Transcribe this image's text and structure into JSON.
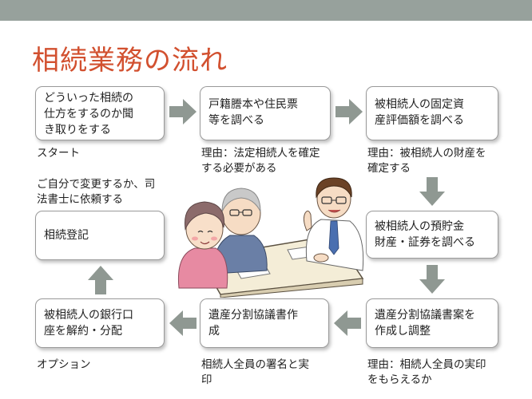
{
  "title": "相続業務の流れ",
  "steps": [
    {
      "lines": [
        "どういった相続の",
        "仕方をするのか聞",
        "き取りをする"
      ]
    },
    {
      "lines": [
        "戸籍謄本や住民票",
        "等を調べる"
      ]
    },
    {
      "lines": [
        "被相続人の固定資",
        "産評価額を調べる"
      ]
    },
    {
      "lines": [
        "被相続人の預貯金",
        "財産・証券を調べる"
      ]
    },
    {
      "lines": [
        "遺産分割協議書案を",
        "作成し調整"
      ]
    },
    {
      "lines": [
        "遺産分割協議書作",
        "成"
      ]
    },
    {
      "lines": [
        "被相続人の銀行口",
        "座を解約・分配"
      ]
    },
    {
      "lines": [
        "相続登記"
      ]
    }
  ],
  "notes": {
    "start": "スタート",
    "reason_family": "理由：法定相続人を確定\nする必要がある",
    "reason_assets": "理由：被相続人の財産を\n確定する",
    "self_or_scrivener": "ご自分で変更するか、司\n法書士に依頼する",
    "reason_seal": "理由：相続人全員の実印\nをもらえるか",
    "signature": "相続人全員の署名と実\n印",
    "option": "オプション"
  },
  "colors": {
    "title": "#d2502f",
    "topbar": "#97a19c",
    "arrow": "#8f9892",
    "box_border": "#9a9a9a"
  }
}
